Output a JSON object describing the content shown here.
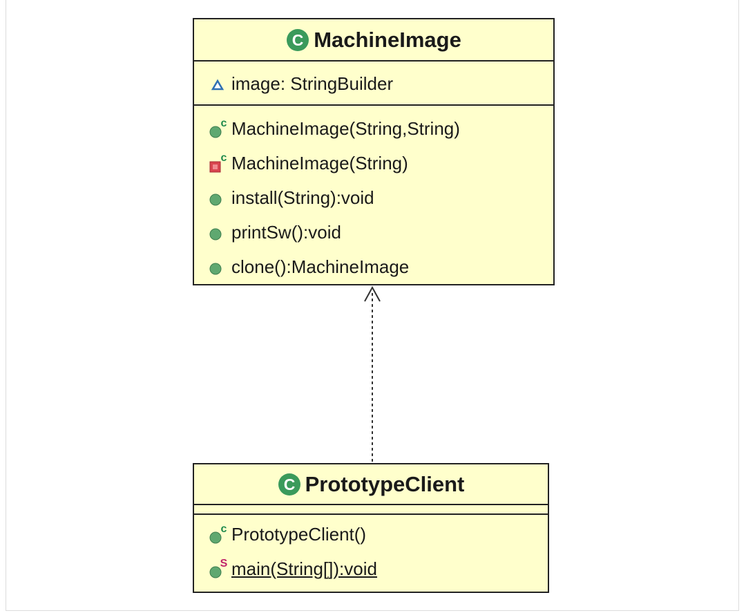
{
  "classes": {
    "machine_image": {
      "name": "MachineImage",
      "class_icon_letter": "C",
      "fields": [
        {
          "text": "image: StringBuilder",
          "visibility": "package",
          "icon": "package-field-icon"
        }
      ],
      "methods": [
        {
          "text": "MachineImage(String,String)",
          "visibility": "public",
          "modifier": "c",
          "icon": "public-constructor-icon"
        },
        {
          "text": "MachineImage(String)",
          "visibility": "private",
          "modifier": "c",
          "icon": "private-constructor-icon"
        },
        {
          "text": "install(String):void",
          "visibility": "public",
          "icon": "public-method-icon"
        },
        {
          "text": "printSw():void",
          "visibility": "public",
          "icon": "public-method-icon"
        },
        {
          "text": "clone():MachineImage",
          "visibility": "public",
          "icon": "public-method-icon"
        }
      ]
    },
    "prototype_client": {
      "name": "PrototypeClient",
      "class_icon_letter": "C",
      "fields": [],
      "methods": [
        {
          "text": "PrototypeClient()",
          "visibility": "public",
          "modifier": "c",
          "icon": "public-constructor-icon"
        },
        {
          "text": "main(String[]):void",
          "visibility": "public",
          "modifier": "S",
          "icon": "public-static-method-icon"
        }
      ]
    }
  },
  "relationship": {
    "type": "dependency",
    "from": "PrototypeClient",
    "to": "MachineImage",
    "style": "dashed-open-arrow"
  },
  "colors": {
    "class_fill": "#ffffcc",
    "border": "#222222",
    "class_icon": "#3a9a5b",
    "public_dot": "#5fa870",
    "private_square": "#d9454f",
    "constructor_mark": "#1f8a4c",
    "static_mark": "#c0246a",
    "field_triangle": "#2f6fb3"
  }
}
